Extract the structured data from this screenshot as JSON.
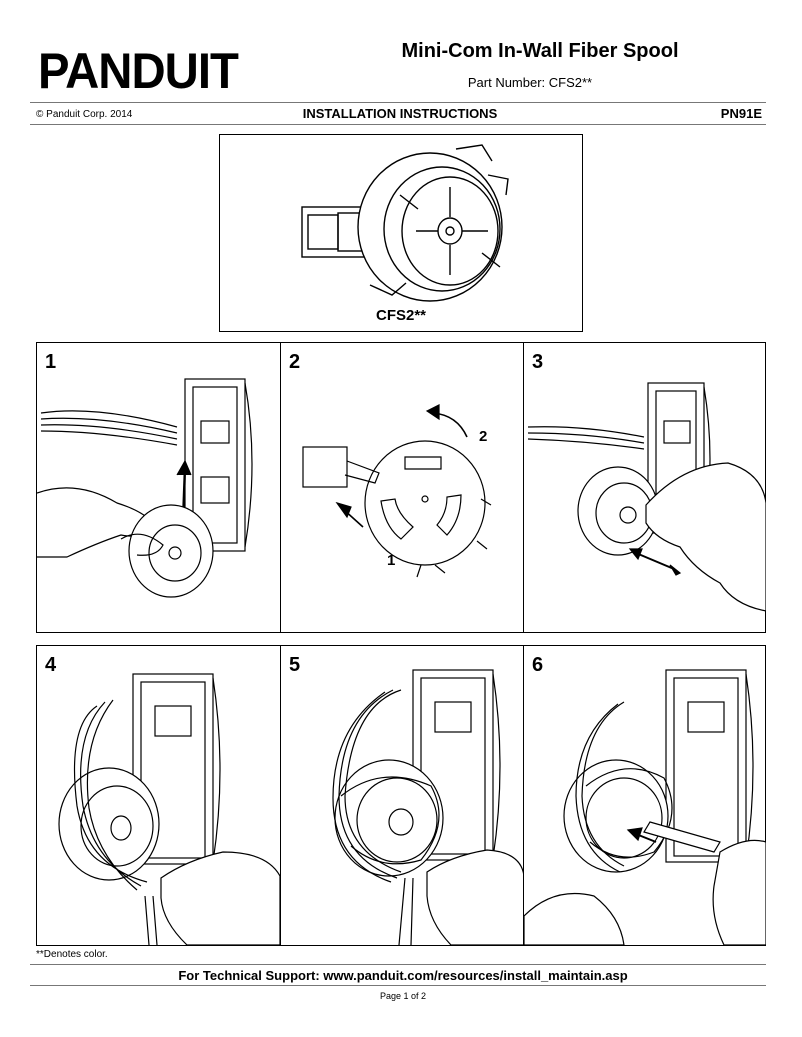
{
  "header": {
    "logo_text": "PANDUIT",
    "title": "Mini-Com In-Wall Fiber Spool",
    "part_number": "Part Number: CFS2**",
    "copyright": "© Panduit Corp. 2014",
    "instructions_label": "INSTALLATION INSTRUCTIONS",
    "doc_number": "PN91E"
  },
  "hero": {
    "caption": "CFS2**"
  },
  "steps": [
    {
      "number": "1"
    },
    {
      "number": "2",
      "arrow_labels": [
        "1",
        "2"
      ]
    },
    {
      "number": "3"
    },
    {
      "number": "4"
    },
    {
      "number": "5"
    },
    {
      "number": "6"
    }
  ],
  "footer": {
    "note": "**Denotes color.",
    "support": "For Technical Support: www.panduit.com/resources/install_maintain.asp",
    "page": "Page 1 of 2"
  }
}
